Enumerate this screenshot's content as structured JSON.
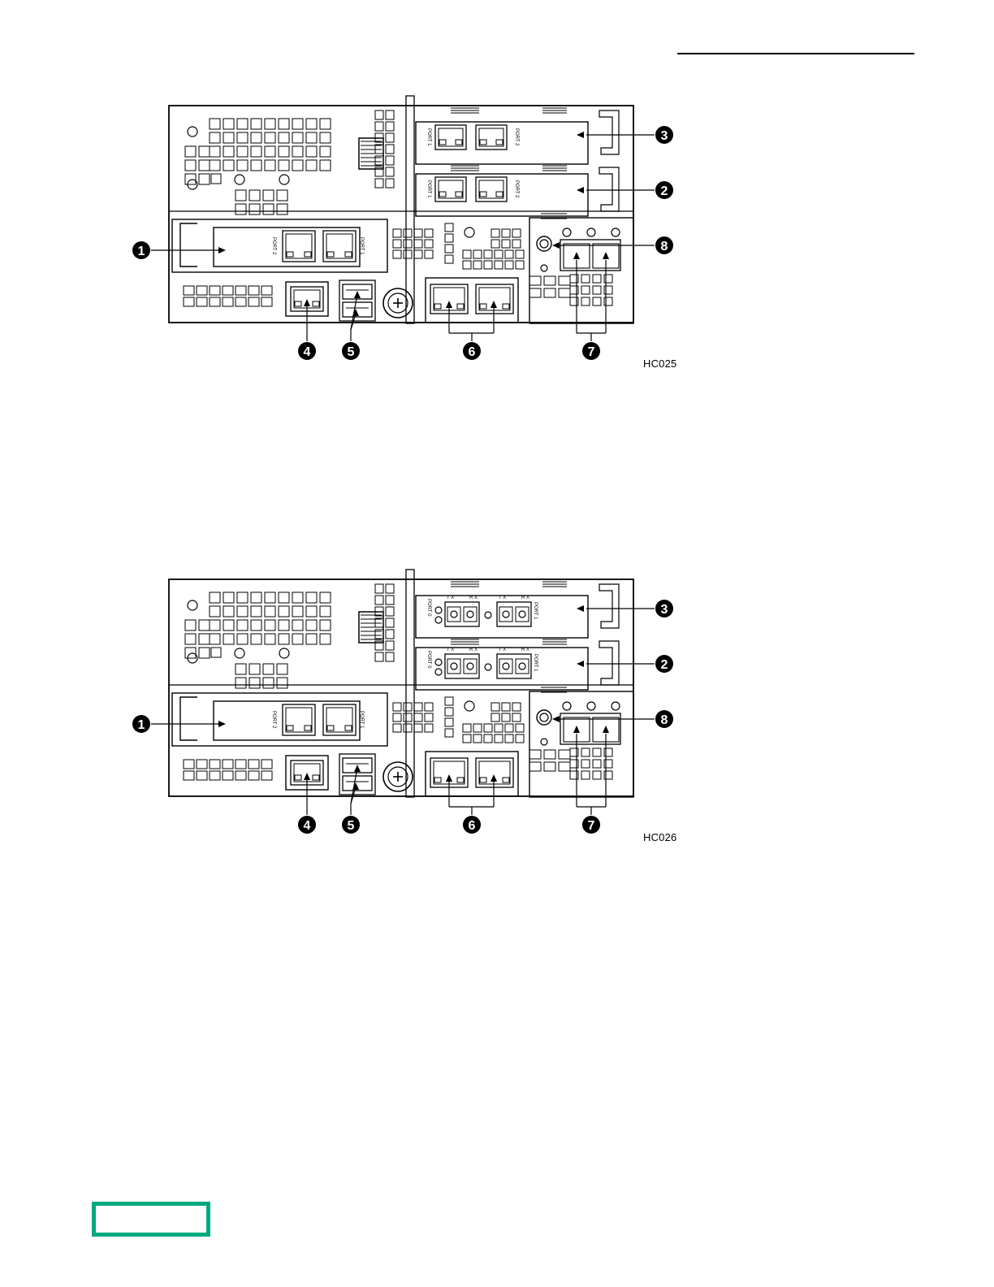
{
  "figures": [
    {
      "id": "HC025",
      "port_labels_top_card": [
        "PORT 1",
        "PORT 2"
      ],
      "port_labels_mid_card": [
        "PORT 1",
        "PORT 2"
      ],
      "port_labels_left_card": [
        "PORT 2",
        "PORT 1"
      ],
      "callouts": [
        "1",
        "2",
        "3",
        "4",
        "5",
        "6",
        "7",
        "8"
      ]
    },
    {
      "id": "HC026",
      "port_labels_top_card": [
        "PORT 0",
        "PORT 1"
      ],
      "port_labels_mid_card": [
        "PORT 0",
        "PORT 1"
      ],
      "port_labels_left_card": [
        "PORT 2",
        "PORT 1"
      ],
      "fiber_labels": [
        "T X",
        "R X"
      ],
      "callouts": [
        "1",
        "2",
        "3",
        "4",
        "5",
        "6",
        "7",
        "8"
      ]
    }
  ],
  "brand_color": "#01a982",
  "icons": [
    "hpe-logo-icon"
  ]
}
